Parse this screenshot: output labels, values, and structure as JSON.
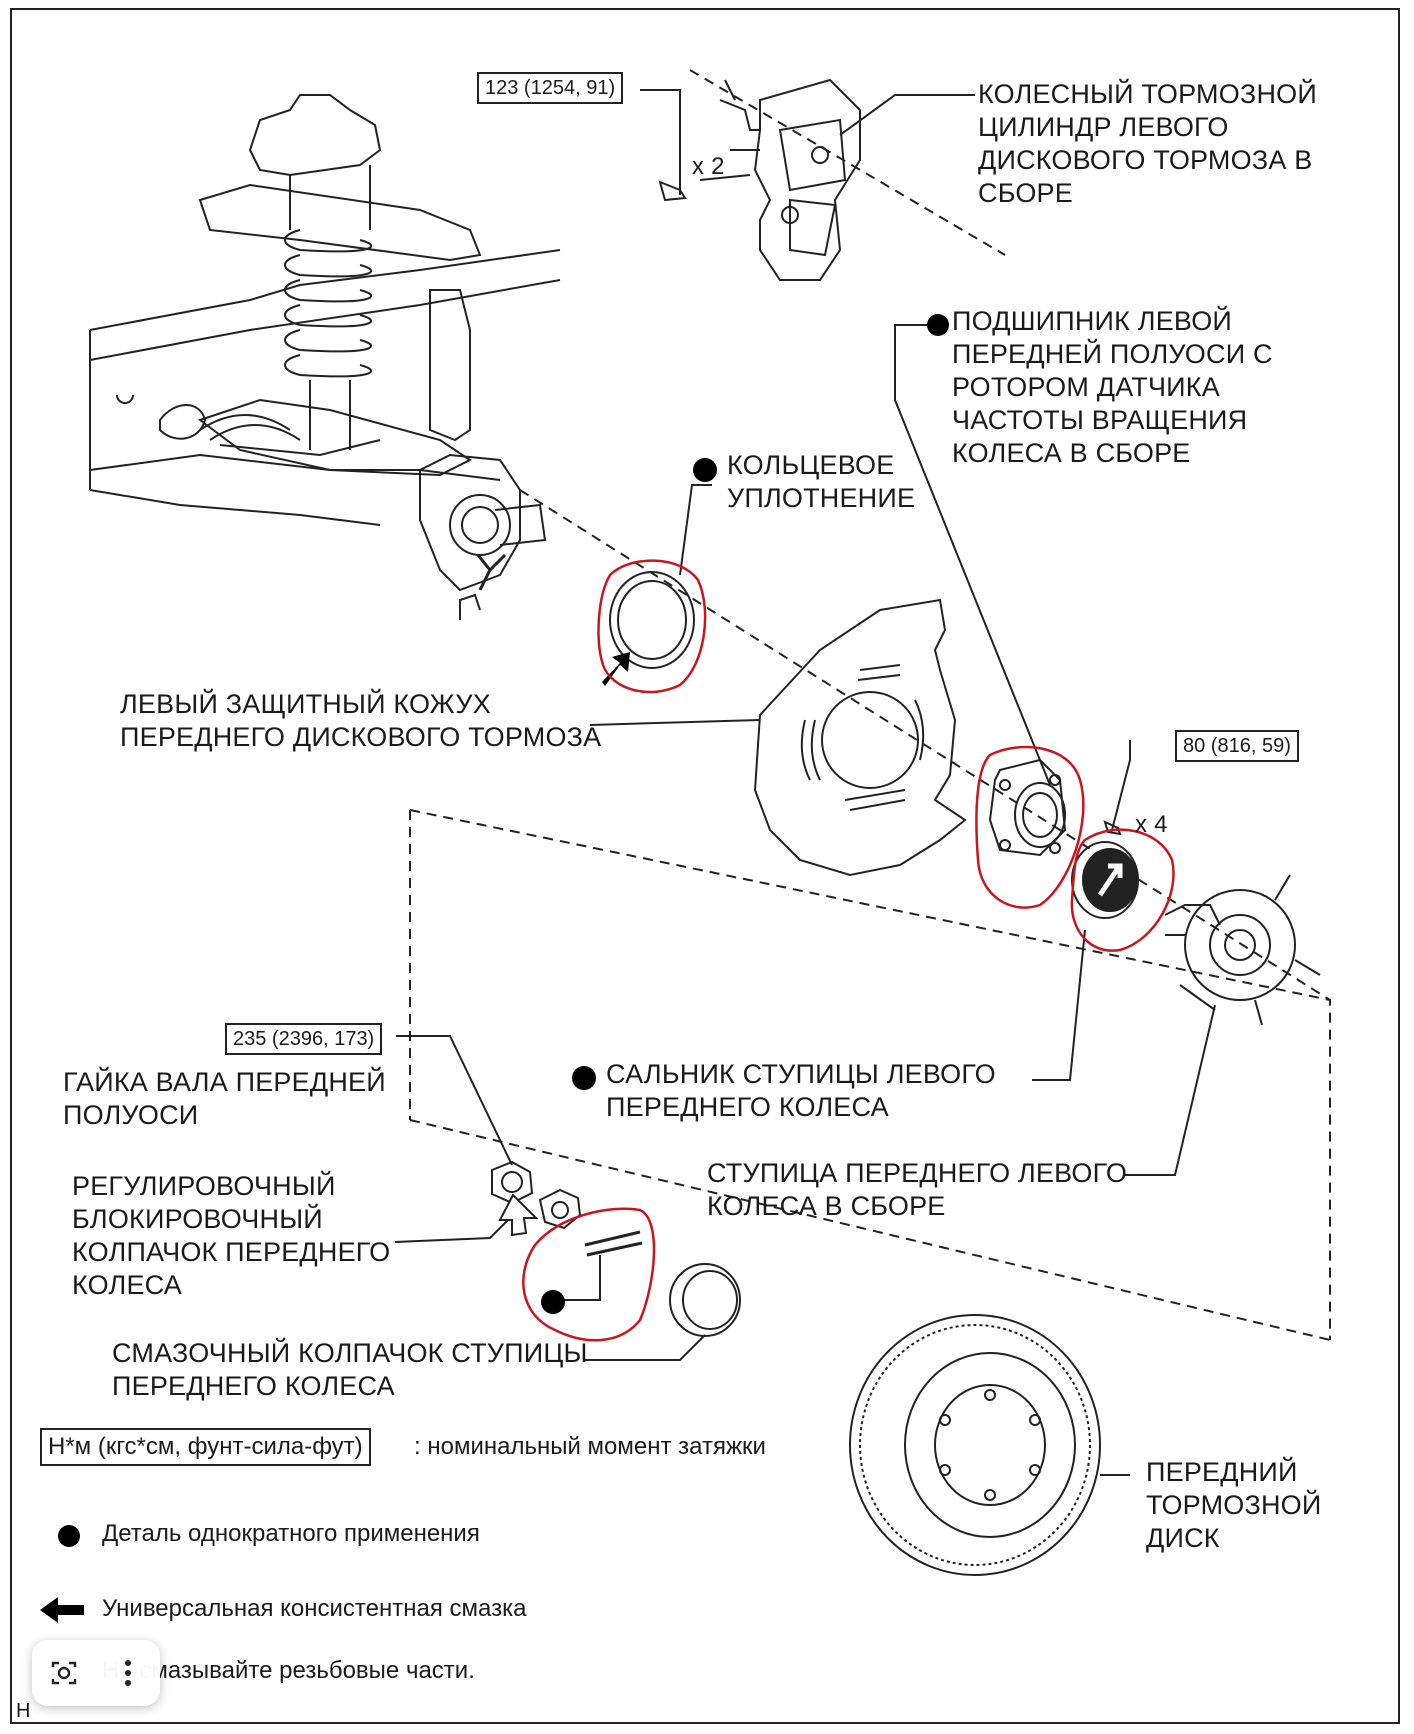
{
  "torque": {
    "caliper_bolt": "123 (1254, 91)",
    "hub_bolt": "80 (816, 59)",
    "axle_nut": "235 (2396, 173)"
  },
  "quantities": {
    "caliper_bolt_qty": "x 2",
    "hub_bolt_qty": "x 4"
  },
  "labels": {
    "caliper": "КОЛЕСНЫЙ ТОРМОЗНОЙ\nЦИЛИНДР ЛЕВОГО\nДИСКОВОГО ТОРМОЗА В\nСБОРЕ",
    "bearing": "ПОДШИПНИК ЛЕВОЙ\nПЕРЕДНЕЙ ПОЛУОСИ С\nРОТОРОМ ДАТЧИКА\nЧАСТОТЫ ВРАЩЕНИЯ\nКОЛЕСА В СБОРЕ",
    "o_ring": "КОЛЬЦЕВОЕ\nУПЛОТНЕНИЕ",
    "dust_cover": "ЛЕВЫЙ ЗАЩИТНЫЙ КОЖУХ\nПЕРЕДНЕГО ДИСКОВОГО ТОРМОЗА",
    "oil_seal": "САЛЬНИК СТУПИЦЫ ЛЕВОГО\nПЕРЕДНЕГО КОЛЕСА",
    "axle_nut": "ГАЙКА ВАЛА ПЕРЕДНЕЙ\nПОЛУОСИ",
    "lock_cap": "РЕГУЛИРОВОЧНЫЙ\nБЛОКИРОВОЧНЫЙ\nКОЛПАЧОК ПЕРЕДНЕГО\nКОЛЕСА",
    "hub": "СТУПИЦА ПЕРЕДНЕГО ЛЕВОГО\nКОЛЕСА В СБОРЕ",
    "grease_cap": "СМАЗОЧНЫЙ КОЛПАЧОК СТУПИЦЫ\nПЕРЕДНЕГО КОЛЕСА",
    "disc": "ПЕРЕДНИЙ\nТОРМОЗНОЙ\nДИСК"
  },
  "legend": {
    "torque_unit": "Н*м (кгс*см, фунт-сила-фут)",
    "torque_desc": ": номинальный момент затяжки",
    "non_reusable": "Деталь однократного применения",
    "grease": "Универсальная консистентная смазка",
    "no_grease_threads": "Не смазывайте резьбовые части."
  },
  "corner_mark": "H",
  "colors": {
    "highlight": "#c8161d",
    "ink": "#1a1a1a"
  },
  "icons": {
    "lens": "lens-icon",
    "more": "more-vert-icon",
    "back": "back-arrow-icon"
  }
}
